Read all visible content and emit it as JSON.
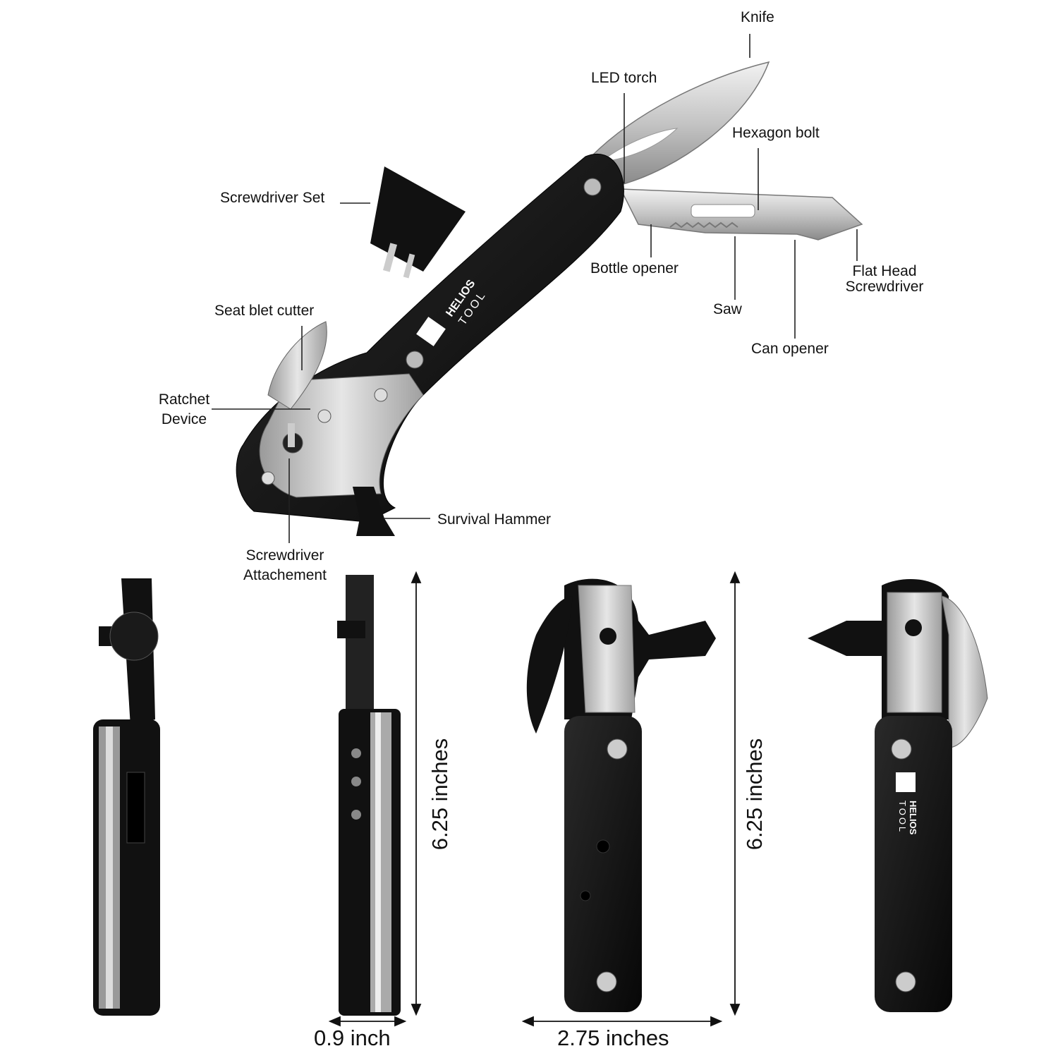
{
  "brand": {
    "line1": "HELIOS",
    "line2": "TOOL"
  },
  "callouts": {
    "knife": "Knife",
    "led_torch": "LED torch",
    "hexagon_bolt": "Hexagon bolt",
    "screwdriver_set": "Screwdriver Set",
    "bottle_opener": "Bottle opener",
    "flat_head_1": "Flat Head",
    "flat_head_2": "Screwdriver",
    "saw": "Saw",
    "can_opener": "Can opener",
    "seat_belt_cutter": "Seat blet cutter",
    "ratchet_1": "Ratchet",
    "ratchet_2": "Device",
    "survival_hammer": "Survival Hammer",
    "sd_attach_1": "Screwdriver",
    "sd_attach_2": "Attachement"
  },
  "dimensions": {
    "thickness": "0.9 inch",
    "height_side": "6.25 inches",
    "width": "2.75 inches",
    "height_front": "6.25 inches"
  },
  "colors": {
    "body": "#141414",
    "steel": "#c9c9c9",
    "steel_dark": "#8c8c8c",
    "line": "#222222"
  }
}
